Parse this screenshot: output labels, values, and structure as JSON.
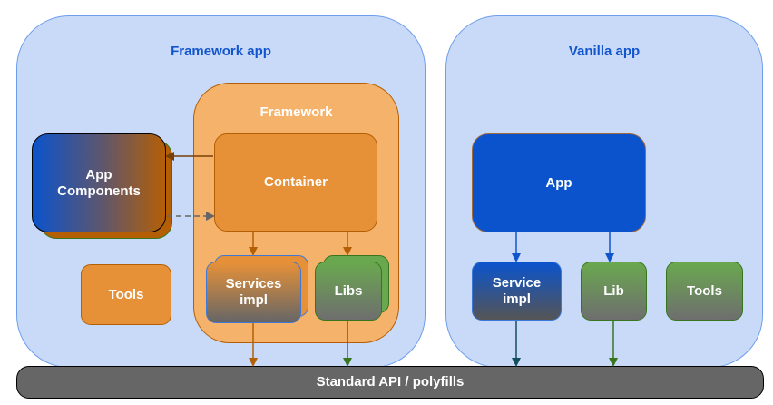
{
  "diagram": {
    "framework_app": {
      "title": "Framework app",
      "app_components": "App Components",
      "tools": "Tools",
      "framework": {
        "title": "Framework",
        "container": "Container",
        "services_impl": "Services impl",
        "libs": "Libs"
      }
    },
    "vanilla_app": {
      "title": "Vanilla app",
      "app": "App",
      "service_impl": "Service impl",
      "lib": "Lib",
      "tools": "Tools"
    },
    "base_layer": "Standard API / polyfills"
  },
  "colors": {
    "region_fill": "#c9daf8",
    "region_border": "#6d9eeb",
    "title_blue": "#1155cc",
    "framework_fill": "#f5b26b",
    "orange": "#e69138",
    "brown": "#b45f06",
    "green": "#6aa84f",
    "dark_green": "#38761d",
    "blue": "#0b53cc",
    "bar_gray": "#666666"
  }
}
